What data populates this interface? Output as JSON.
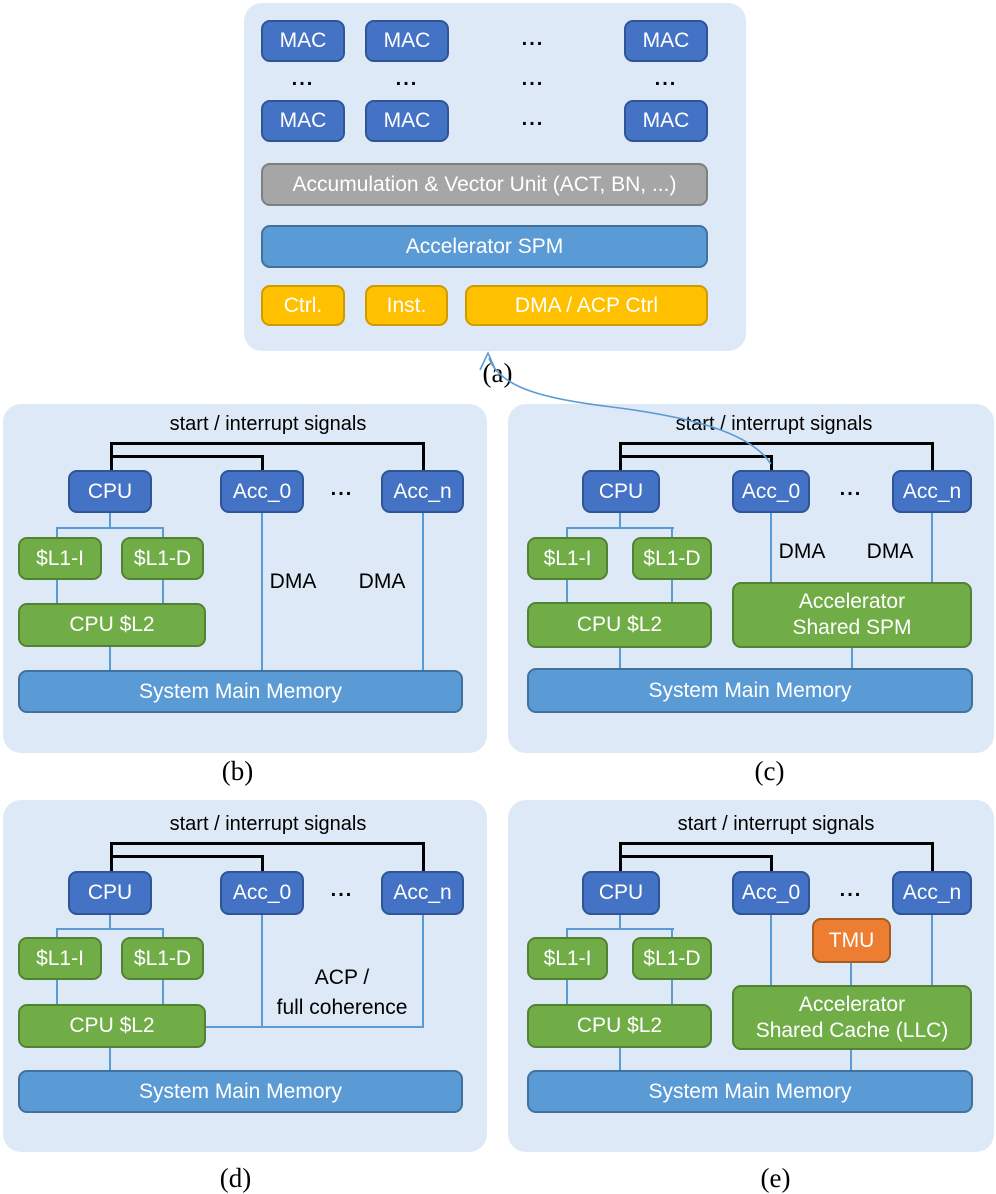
{
  "colors": {
    "panel_bg": "#dde9f6",
    "dark_blue": "#4472c4",
    "medium_blue": "#5b9bd5",
    "green": "#70ad47",
    "yellow": "#ffc000",
    "orange": "#ed7d31",
    "gray": "#a6a6a6",
    "connector_blue": "#5b9bd5",
    "signal_black": "#000000"
  },
  "panels": {
    "a": {
      "label": "(a)",
      "mac": "MAC",
      "ellipsis": "...",
      "vector_unit": "Accumulation & Vector Unit (ACT, BN, ...)",
      "spm": "Accelerator SPM",
      "ctrl": "Ctrl.",
      "inst": "Inst.",
      "dma_ctrl": "DMA / ACP Ctrl"
    },
    "b": {
      "label": "(b)",
      "signals": "start / interrupt signals",
      "cpu": "CPU",
      "acc0": "Acc_0",
      "ellipsis": "...",
      "accn": "Acc_n",
      "l1i": "$L1-I",
      "l1d": "$L1-D",
      "l2": "CPU $L2",
      "dma_left": "DMA",
      "dma_right": "DMA",
      "memory": "System Main Memory"
    },
    "c": {
      "label": "(c)",
      "signals": "start / interrupt signals",
      "cpu": "CPU",
      "acc0": "Acc_0",
      "ellipsis": "...",
      "accn": "Acc_n",
      "l1i": "$L1-I",
      "l1d": "$L1-D",
      "l2": "CPU $L2",
      "dma_left": "DMA",
      "dma_right": "DMA",
      "shared_spm_line1": "Accelerator",
      "shared_spm_line2": "Shared SPM",
      "memory": "System Main Memory"
    },
    "d": {
      "label": "(d)",
      "signals": "start / interrupt signals",
      "cpu": "CPU",
      "acc0": "Acc_0",
      "ellipsis": "...",
      "accn": "Acc_n",
      "l1i": "$L1-I",
      "l1d": "$L1-D",
      "l2": "CPU $L2",
      "acp_line1": "ACP /",
      "acp_line2": "full coherence",
      "memory": "System Main Memory"
    },
    "e": {
      "label": "(e)",
      "signals": "start / interrupt signals",
      "cpu": "CPU",
      "acc0": "Acc_0",
      "ellipsis": "...",
      "accn": "Acc_n",
      "l1i": "$L1-I",
      "l1d": "$L1-D",
      "l2": "CPU $L2",
      "tmu": "TMU",
      "llc_line1": "Accelerator",
      "llc_line2": "Shared Cache (LLC)",
      "memory": "System Main Memory"
    }
  }
}
